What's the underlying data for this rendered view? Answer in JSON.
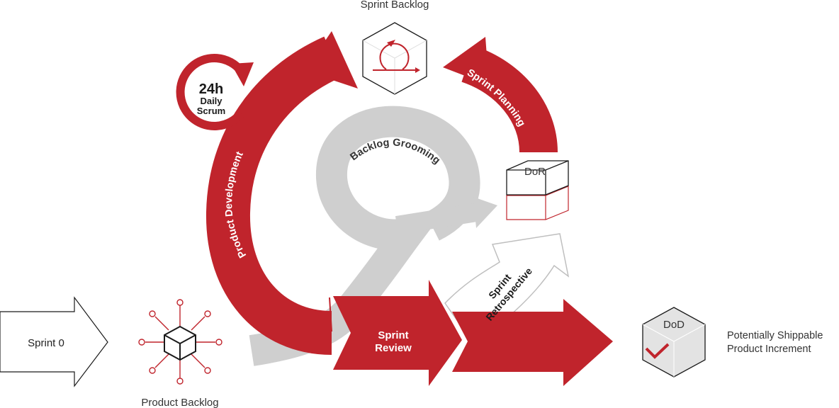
{
  "labels": {
    "sprint0": "Sprint 0",
    "product_backlog": "Product Backlog",
    "sprint_backlog": "Sprint Backlog",
    "hours": "24h",
    "daily": "Daily",
    "scrum": "Scrum",
    "product_development": "Product Development",
    "backlog_grooming": "Backlog Grooming",
    "sprint_planning": "Sprint Planning",
    "dor": "DoR",
    "sprint_review_line1": "Sprint",
    "sprint_review_line2": "Review",
    "sprint_retro_line1": "Sprint",
    "sprint_retro_line2": "Retrospective",
    "dod": "DoD",
    "psi_line1": "Potentially Shippable",
    "psi_line2": "Product Increment"
  },
  "colors": {
    "accent_red": "#c0242c",
    "grey": "#cfcfcf",
    "outline": "#1a1a1a",
    "text": "#333333",
    "white": "#ffffff"
  }
}
